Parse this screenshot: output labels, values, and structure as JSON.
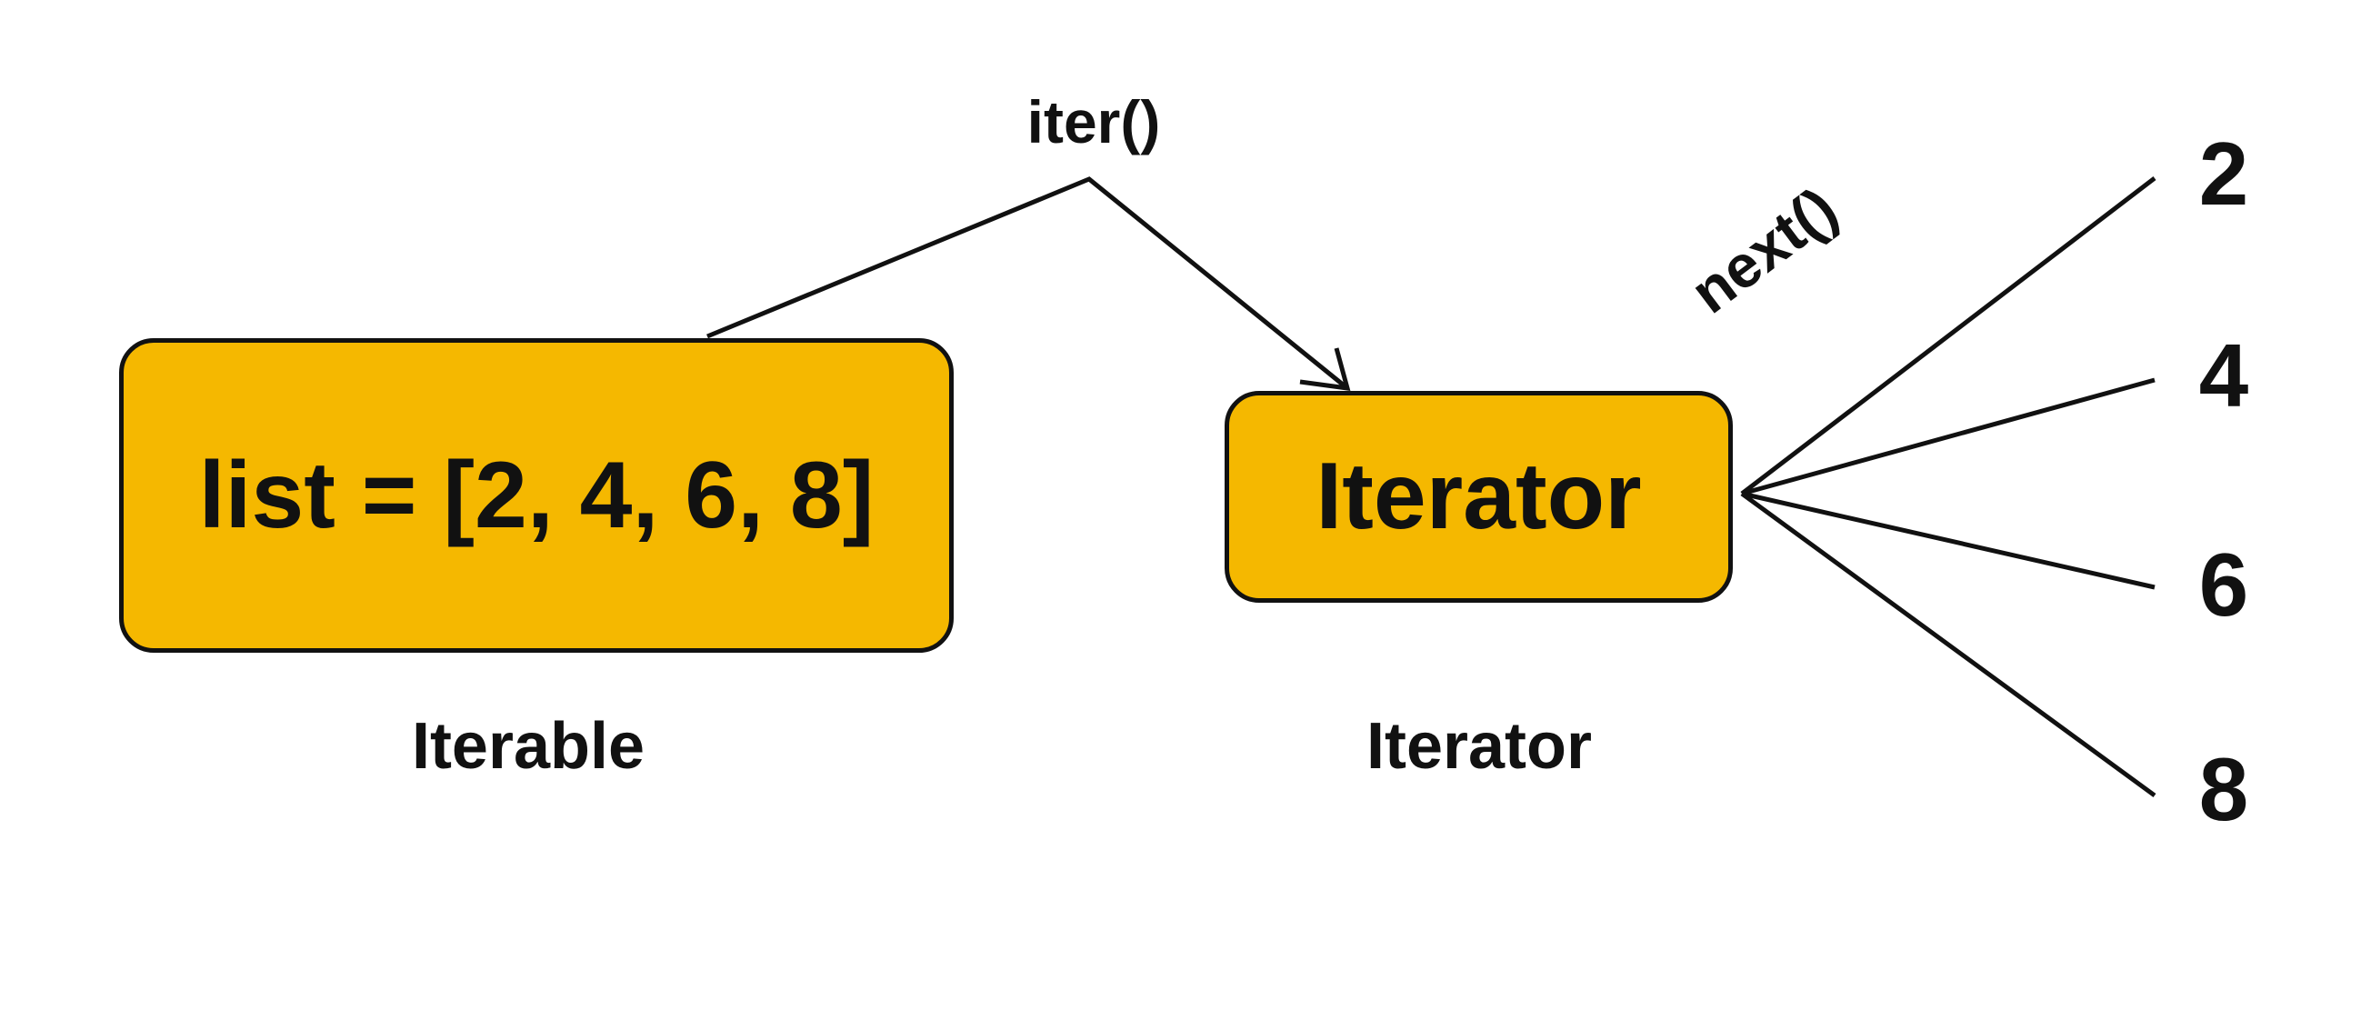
{
  "iterable": {
    "code": "list = [2, 4, 6, 8]",
    "caption": "Iterable"
  },
  "iterator": {
    "box_label": "Iterator",
    "caption": "Iterator"
  },
  "calls": {
    "iter": "iter()",
    "next": "next()"
  },
  "values": [
    "2",
    "4",
    "6",
    "8"
  ],
  "colors": {
    "box_fill": "#f5b800",
    "stroke": "#111111",
    "background": "#ffffff"
  }
}
